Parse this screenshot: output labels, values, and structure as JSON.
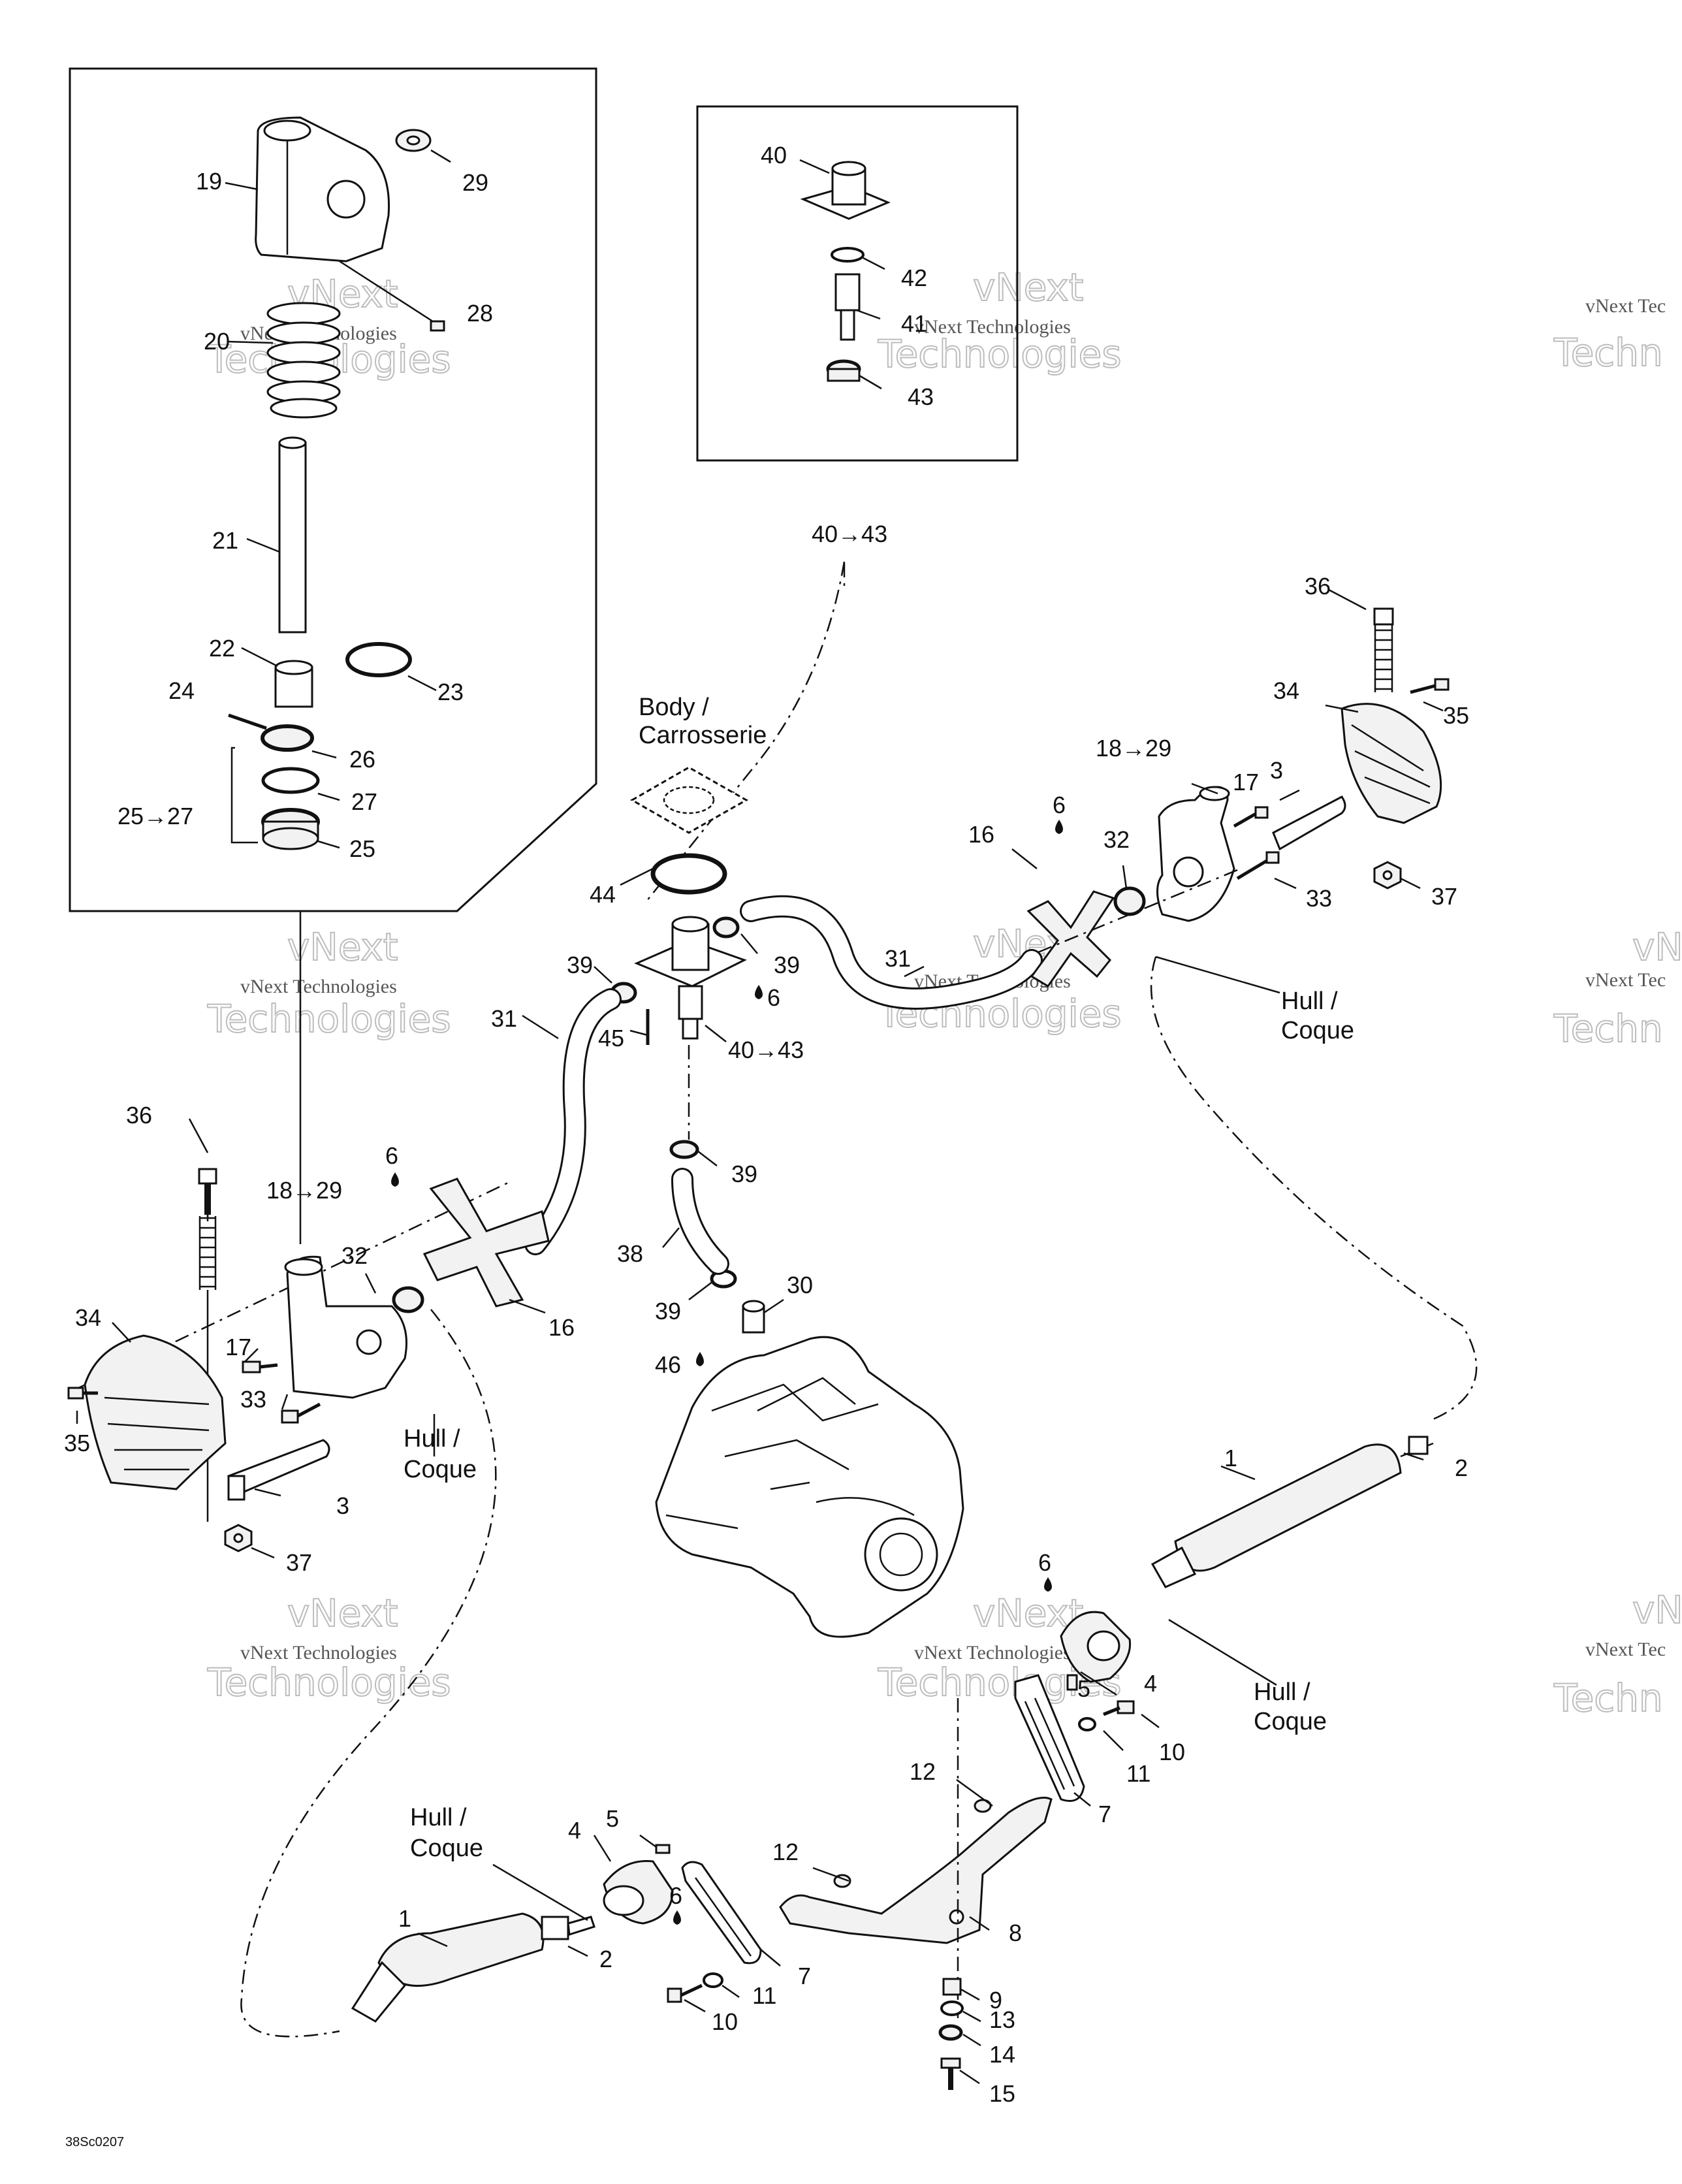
{
  "watermark": {
    "line1": "vNext",
    "line2": "vNext Technologies",
    "line3": "Technologies",
    "partial_line1": "vNe",
    "partial_line2": "vNext Tec",
    "partial_line3": "Techn"
  },
  "diagram_ref": "38Sc0207",
  "labels": {
    "body": "Body /",
    "carrosserie": "Carrosserie",
    "hull": "Hull /",
    "coque": "Coque",
    "range_18_29": "18→29",
    "range_25_27": "25→27",
    "range_40_43": "40→43"
  },
  "callouts": {
    "c19": "19",
    "c29": "29",
    "c28": "28",
    "c20": "20",
    "c21": "21",
    "c22": "22",
    "c23": "23",
    "c24": "24",
    "c26": "26",
    "c27": "27",
    "c25": "25",
    "c40": "40",
    "c42": "42",
    "c41": "41",
    "c43": "43",
    "c36": "36",
    "c35": "35",
    "c34": "34",
    "c37": "37",
    "c3": "3",
    "c17": "17",
    "c33": "33",
    "c32": "32",
    "c16": "16",
    "c6": "6",
    "c44": "44",
    "c39": "39",
    "c45": "45",
    "c31": "31",
    "c38": "38",
    "c30": "30",
    "c46": "46",
    "c1": "1",
    "c2": "2",
    "c4": "4",
    "c5": "5",
    "c10": "10",
    "c11": "11",
    "c12": "12",
    "c7": "7",
    "c8": "8",
    "c9": "9",
    "c13": "13",
    "c14": "14",
    "c15": "15"
  }
}
